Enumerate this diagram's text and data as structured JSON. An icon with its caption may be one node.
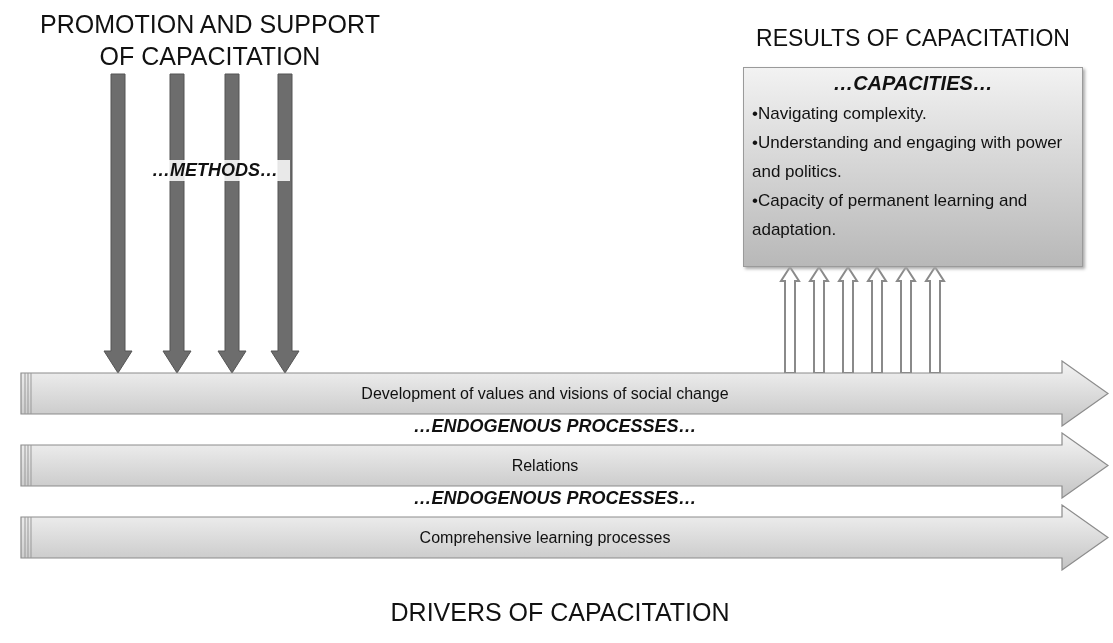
{
  "diagram": {
    "nodes": [
      {
        "text": [
          "PROMOTION AND SUPPORT OF CAPACITATION"
        ]
      },
      {
        "text": [
          "RESULTS OF CAPACITATION",
          "…CAPACITIES…",
          "•Navigating complexity.",
          "•Understanding and engaging with power and politics.",
          "•Capacity of permanent learning and adaptation."
        ]
      },
      {
        "text": [
          "Development of values and visions of social change"
        ]
      },
      {
        "text": [
          "Relations"
        ]
      },
      {
        "text": [
          "Comprehensive learning processes"
        ]
      }
    ],
    "edges": [
      {
        "from": 0,
        "to": 2,
        "arrow": "to",
        "color": "#6d6d6d"
      },
      {
        "from": 0,
        "to": 2,
        "arrow": "to",
        "color": "#6d6d6d"
      },
      {
        "from": 0,
        "to": 2,
        "arrow": "to",
        "color": "#6d6d6d"
      },
      {
        "from": 0,
        "to": 2,
        "arrow": "to",
        "color": "#6d6d6d"
      },
      {
        "from": 2,
        "to": 1,
        "arrow": "to"
      },
      {
        "from": 2,
        "to": 1,
        "arrow": "to"
      },
      {
        "from": 2,
        "to": 1,
        "arrow": "to"
      },
      {
        "from": 2,
        "to": 1,
        "arrow": "to"
      },
      {
        "from": 2,
        "to": 1,
        "arrow": "to"
      },
      {
        "from": 2,
        "to": 1,
        "arrow": "to"
      }
    ],
    "labels": [
      "…METHODS…",
      "…ENDOGENOUS PROCESSES…",
      "…ENDOGENOUS PROCESSES…",
      "DRIVERS OF CAPACITATION"
    ]
  }
}
